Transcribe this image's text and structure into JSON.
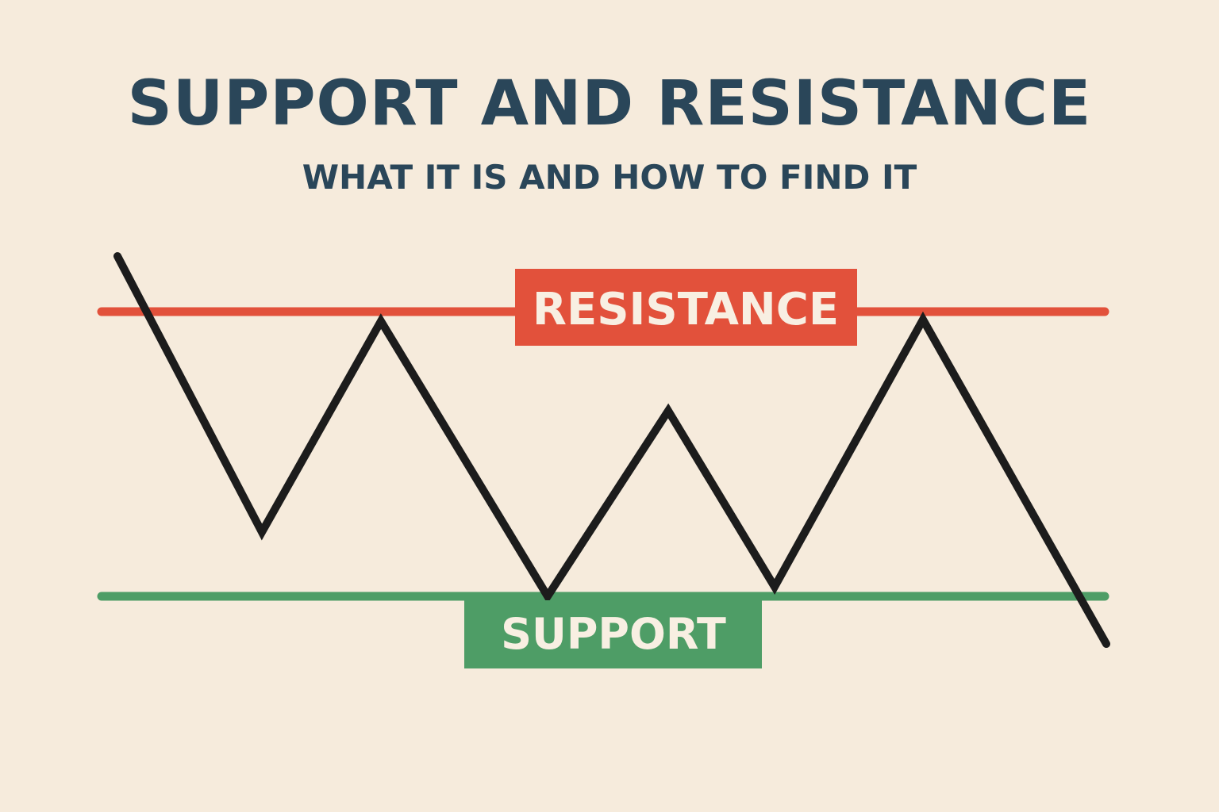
{
  "title": "SUPPORT AND RESISTANCE",
  "subtitle": "WHAT IT IS AND HOW TO FIND IT",
  "resistance": {
    "label": "RESISTANCE",
    "color": "#e2513b"
  },
  "support": {
    "label": "SUPPORT",
    "color": "#4e9d66"
  },
  "price_line": {
    "color": "#1c1c1c"
  },
  "background_color": "#f6ebdc",
  "title_color": "#2a4659"
}
